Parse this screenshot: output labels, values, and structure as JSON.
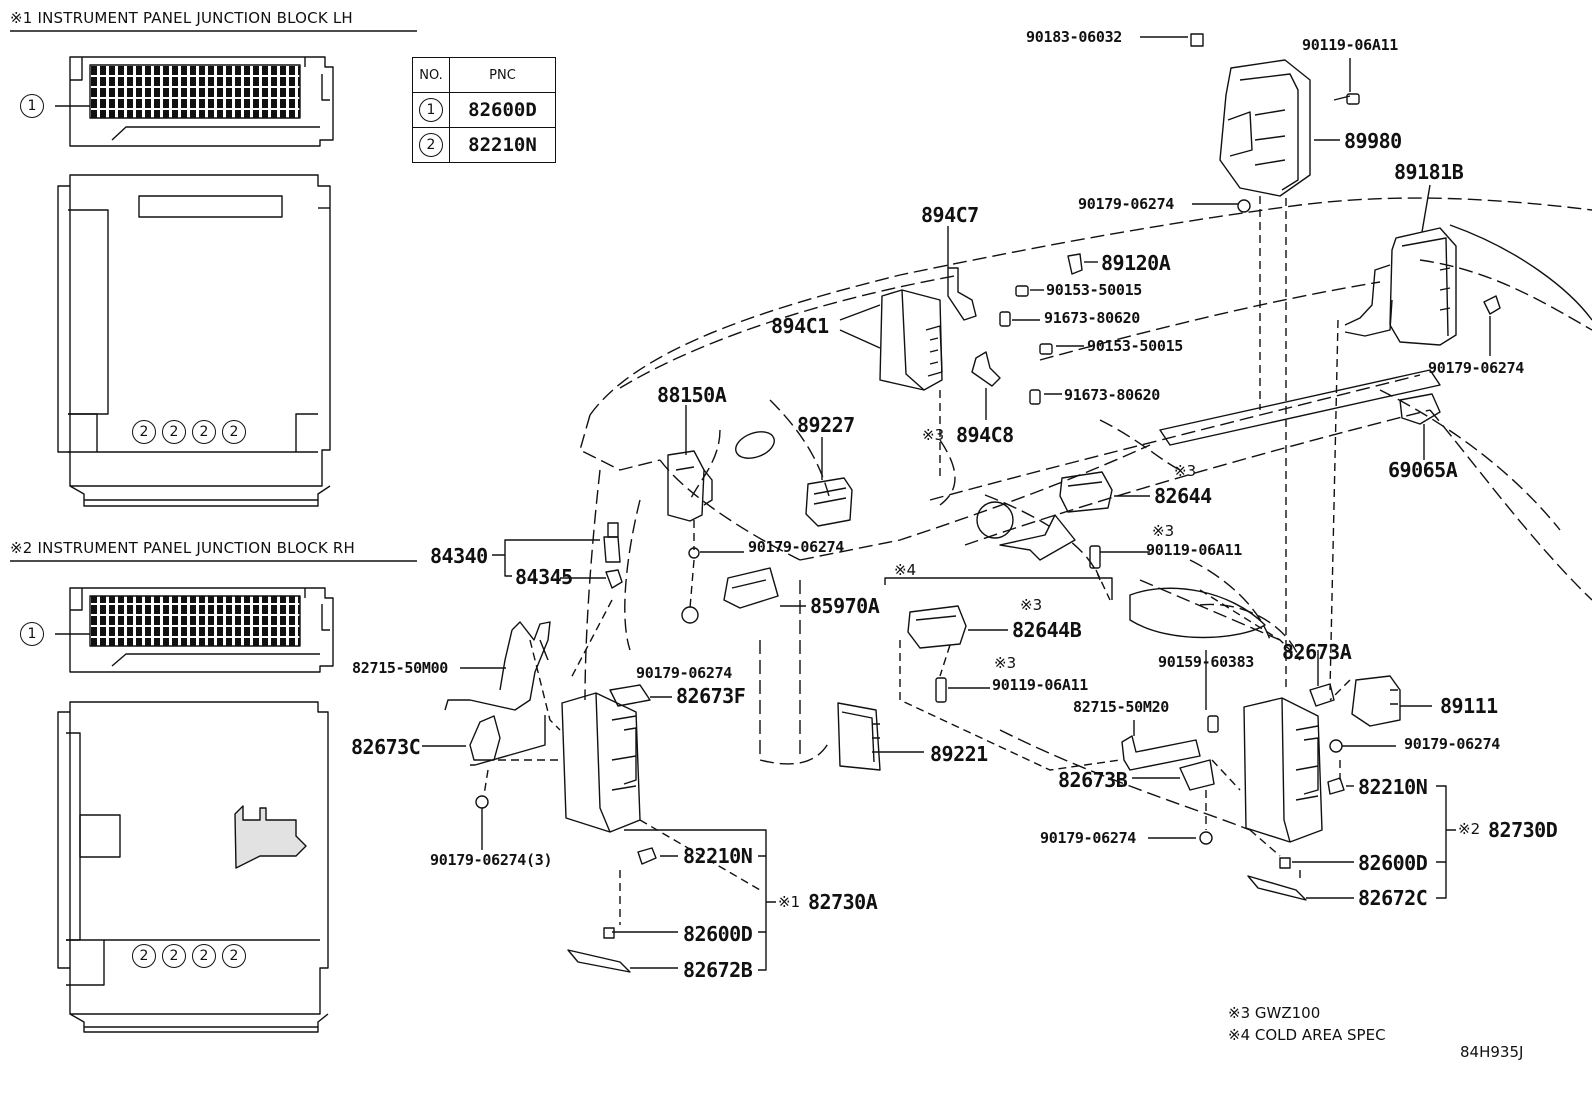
{
  "sections": {
    "lh_title": "※1 INSTRUMENT PANEL JUNCTION BLOCK LH",
    "rh_title": "※2 INSTRUMENT PANEL JUNCTION BLOCK RH"
  },
  "callouts": {
    "one": "1",
    "two": "2"
  },
  "pnc_table": {
    "header_no": "NO.",
    "header_pnc": "PNC",
    "rows": [
      {
        "no": "1",
        "pnc": "82600D"
      },
      {
        "no": "2",
        "pnc": "82210N"
      }
    ]
  },
  "parts": {
    "p90183_06032": "90183-06032",
    "p90119_06A11_top": "90119-06A11",
    "p89980": "89980",
    "p89181B": "89181B",
    "p90179_06274_top": "90179-06274",
    "p894C7": "894C7",
    "p89120A": "89120A",
    "p90153_50015_a": "90153-50015",
    "p91673_80620_a": "91673-80620",
    "p894C1": "894C1",
    "p90153_50015_b": "90153-50015",
    "p90179_06274_right": "90179-06274",
    "p91673_80620_b": "91673-80620",
    "p88150A": "88150A",
    "p89227": "89227",
    "p894C8": "894C8",
    "p69065A": "69065A",
    "p82644": "82644",
    "p84340": "84340",
    "p90179_06274_c": "90179-06274",
    "p90119_06A11_mid": "90119-06A11",
    "p84345": "84345",
    "p85970A": "85970A",
    "p82644B": "82644B",
    "p90179_06274_d": "90179-06274",
    "p90159_60383": "90159-60383",
    "p82673A": "82673A",
    "p82715_50M00": "82715-50M00",
    "p90119_06A11_low": "90119-06A11",
    "p89111": "89111",
    "p82673F": "82673F",
    "p82715_50M20": "82715-50M20",
    "p82673C": "82673C",
    "p90179_06274_e": "90179-06274",
    "p89221": "89221",
    "p82210N_right": "82210N",
    "p82673B": "82673B",
    "p90179_06274_f": "90179-06274",
    "p82730D": "82730D",
    "p90179_06274_3": "90179-06274(3)",
    "p82210N_left": "82210N",
    "p82600D_right": "82600D",
    "p82672C": "82672C",
    "p82730A": "82730A",
    "p82600D_left": "82600D",
    "p82672B": "82672B"
  },
  "marks": {
    "m3": "※3",
    "m4": "※4",
    "m1": "※1",
    "m2": "※2"
  },
  "notes": {
    "n3": "※3 GWZ100",
    "n4": "※4 COLD AREA SPEC",
    "code": "84H935J"
  }
}
